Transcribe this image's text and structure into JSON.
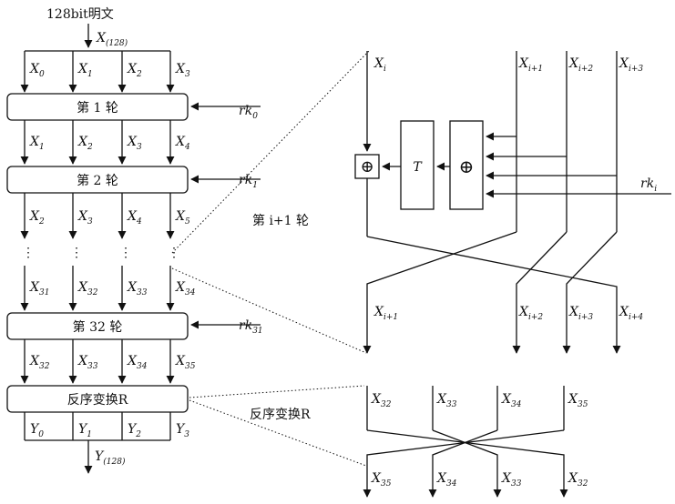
{
  "header": {
    "plaintext": "128bit明文",
    "input": "X",
    "input_sub": "(128)"
  },
  "left": {
    "row0": [
      [
        "X",
        "0"
      ],
      [
        "X",
        "1"
      ],
      [
        "X",
        "2"
      ],
      [
        "X",
        "3"
      ]
    ],
    "row1": [
      [
        "X",
        "1"
      ],
      [
        "X",
        "2"
      ],
      [
        "X",
        "3"
      ],
      [
        "X",
        "4"
      ]
    ],
    "row2": [
      [
        "X",
        "2"
      ],
      [
        "X",
        "3"
      ],
      [
        "X",
        "4"
      ],
      [
        "X",
        "5"
      ]
    ],
    "row3": [
      [
        "X",
        "31"
      ],
      [
        "X",
        "32"
      ],
      [
        "X",
        "33"
      ],
      [
        "X",
        "34"
      ]
    ],
    "row4": [
      [
        "X",
        "32"
      ],
      [
        "X",
        "33"
      ],
      [
        "X",
        "34"
      ],
      [
        "X",
        "35"
      ]
    ],
    "row5": [
      [
        "Y",
        "0"
      ],
      [
        "Y",
        "1"
      ],
      [
        "Y",
        "2"
      ],
      [
        "Y",
        "3"
      ]
    ],
    "dots": "⋮"
  },
  "rounds": {
    "r1": "第 1 轮",
    "r2": "第 2 轮",
    "r32": "第 32 轮",
    "rk0": [
      "rk",
      "0"
    ],
    "rk1": [
      "rk",
      "1"
    ],
    "rk31": [
      "rk",
      "31"
    ]
  },
  "reverse": {
    "box": "反序变换R",
    "label": "反序变换R"
  },
  "output": {
    "main": "Y",
    "sub": "(128)"
  },
  "round_detail": {
    "title": "第 i+1 轮",
    "top": [
      [
        "X",
        "i"
      ],
      [
        "X",
        "i+1"
      ],
      [
        "X",
        "i+2"
      ],
      [
        "X",
        "i+3"
      ]
    ],
    "bottom": [
      [
        "X",
        "i+1"
      ],
      [
        "X",
        "i+2"
      ],
      [
        "X",
        "i+3"
      ],
      [
        "X",
        "i+4"
      ]
    ],
    "t_label": "T",
    "xor": "⊕",
    "rk": [
      "rk",
      "i"
    ]
  },
  "reverse_detail": {
    "top": [
      [
        "X",
        "32"
      ],
      [
        "X",
        "33"
      ],
      [
        "X",
        "34"
      ],
      [
        "X",
        "35"
      ]
    ],
    "bottom": [
      [
        "X",
        "35"
      ],
      [
        "X",
        "34"
      ],
      [
        "X",
        "33"
      ],
      [
        "X",
        "32"
      ]
    ]
  }
}
